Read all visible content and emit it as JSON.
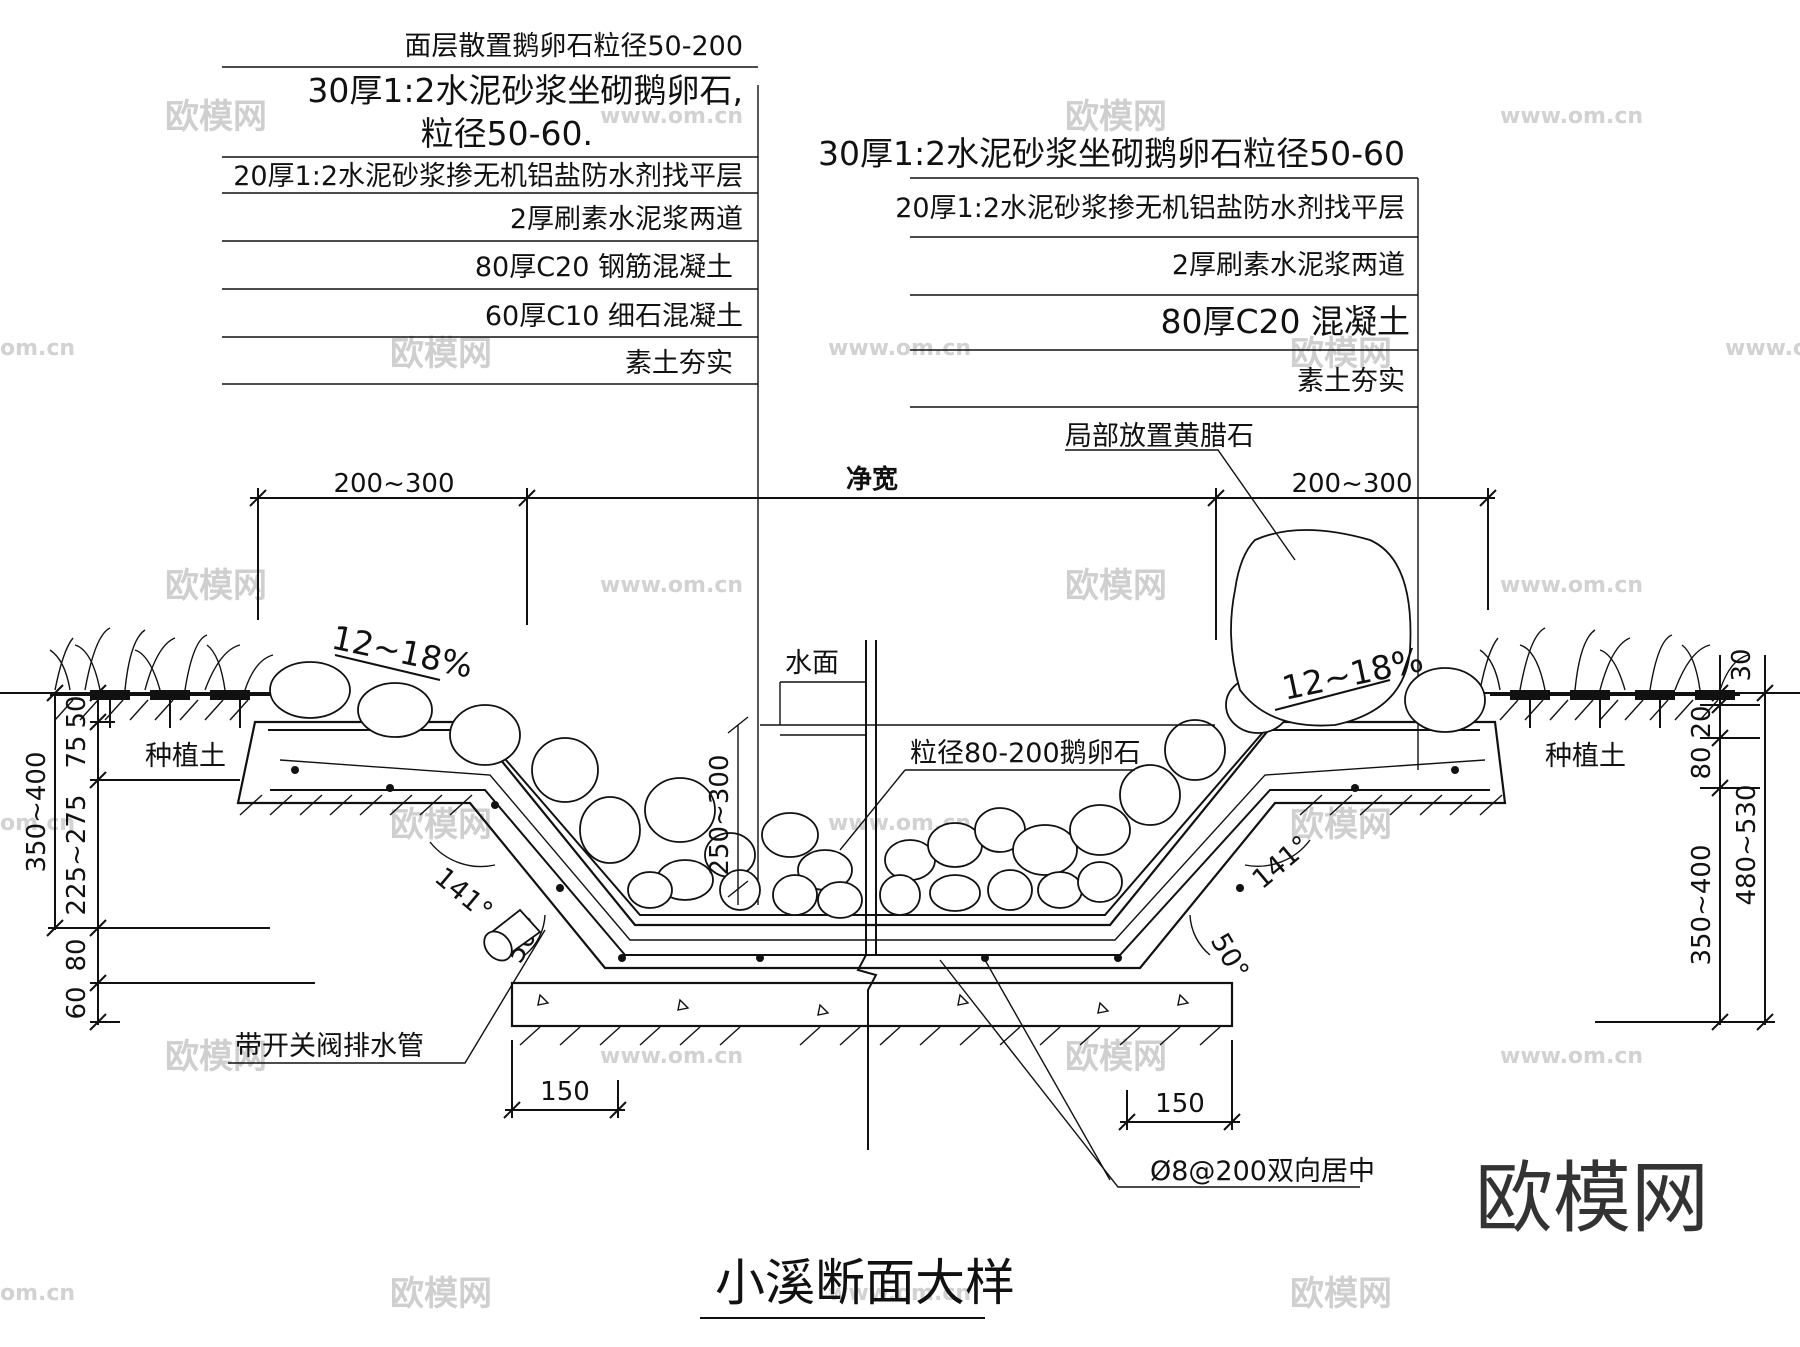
{
  "title": "小溪断面大样",
  "watermarks": {
    "brand": "欧模网",
    "url": "www.om.cn",
    "url_short": "om.cn",
    "big": "欧模网"
  },
  "left_layers": {
    "top_line": "面层散置鹅卵石粒径50-200",
    "items": [
      "30厚1:2水泥砂浆坐砌鹅卵石,",
      "粒径50-60.",
      "20厚1:2水泥砂浆掺无机铝盐防水剂找平层",
      "2厚刷素水泥浆两道",
      "80厚C20 钢筋混凝土",
      "60厚C10 细石混凝土",
      "素土夯实"
    ]
  },
  "right_layers": {
    "items": [
      "30厚1:2水泥砂浆坐砌鹅卵石粒径50-60",
      "20厚1:2水泥砂浆掺无机铝盐防水剂找平层",
      "2厚刷素水泥浆两道",
      "80厚C20 混凝土",
      "素土夯实"
    ]
  },
  "annotations": {
    "yellow_stone": "局部放置黄腊石",
    "net_width": "净宽",
    "left_width": "200~300",
    "right_width": "200~300",
    "slope_left": "12~18%",
    "slope_right": "12~18%",
    "water_surface": "水面",
    "pebble_size": "粒径80-200鹅卵石",
    "water_depth": "250~300",
    "planting_soil_left": "种植土",
    "planting_soil_right": "种植土",
    "angle_141_left": "141°",
    "angle_141_right": "141°",
    "angle_50_left": "50°",
    "angle_50_right": "50°",
    "drain_pipe": "带开关阀排水管",
    "rebar": "Ø8@200双向居中",
    "base_width_left": "150",
    "base_width_right": "150"
  },
  "left_dims": {
    "d50": "50",
    "d75": "75",
    "d350_400": "350~400",
    "d225_275": "225~275",
    "d80": "80",
    "d60": "60"
  },
  "right_dims": {
    "d30": "30",
    "d20": "20",
    "d80": "80",
    "d350_400": "350~400",
    "d480_530": "480~530"
  }
}
